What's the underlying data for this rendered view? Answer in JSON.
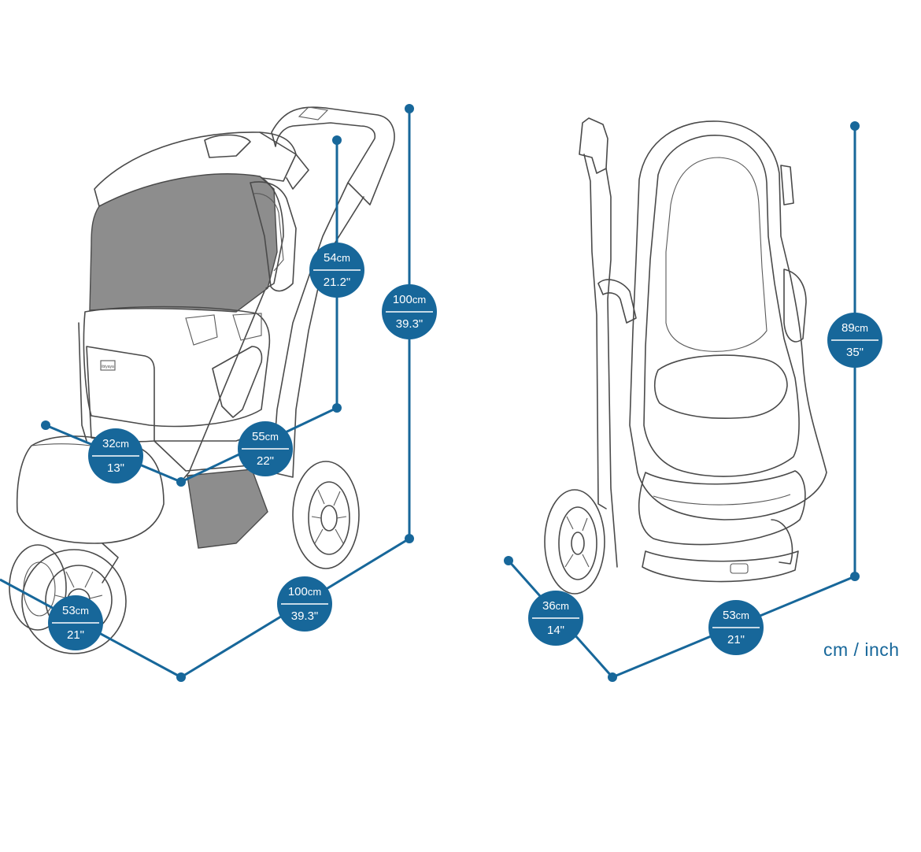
{
  "colors": {
    "accent": "#17679a",
    "sketch": "#4a4a4a",
    "mesh": "#8d8d8d",
    "background": "#ffffff"
  },
  "units_caption": "cm / inch",
  "unfolded": {
    "brand_label": "ibiyaya",
    "dimensions": [
      {
        "id": "total-height",
        "cm": "100",
        "inch": "39.3\""
      },
      {
        "id": "handle-height",
        "cm": "54",
        "inch": "21.2\""
      },
      {
        "id": "cabin-depth",
        "cm": "55",
        "inch": "22\""
      },
      {
        "id": "cabin-width",
        "cm": "32",
        "inch": "13\""
      },
      {
        "id": "total-length",
        "cm": "100",
        "inch": "39.3\""
      },
      {
        "id": "total-width",
        "cm": "53",
        "inch": "21\""
      }
    ]
  },
  "folded": {
    "dimensions": [
      {
        "id": "folded-height",
        "cm": "89",
        "inch": "35\""
      },
      {
        "id": "folded-width",
        "cm": "53",
        "inch": "21\""
      },
      {
        "id": "folded-depth",
        "cm": "36",
        "inch": "14\""
      }
    ]
  },
  "unit_label": "cm"
}
